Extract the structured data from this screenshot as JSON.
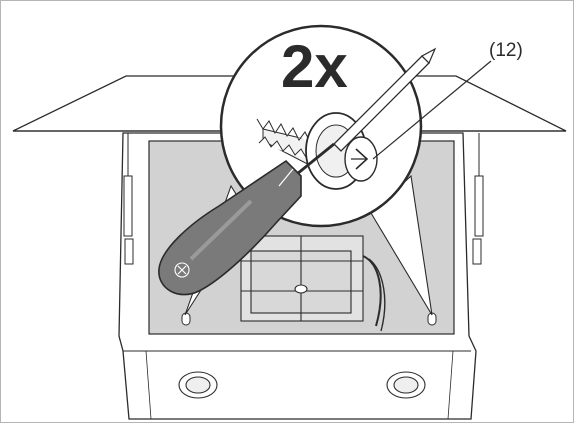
{
  "figure": {
    "quantity_label": "2x",
    "part_reference": "(12)"
  },
  "colors": {
    "stroke": "#2b2b2b",
    "cavity_fill": "#d2d2d2",
    "panel_fill": "#ffffff",
    "handle_fill": "#7a7a7a",
    "lens_fill": "#ffffff"
  },
  "icons": [
    "screwdriver-icon",
    "screw-icon",
    "washer-icon",
    "magnifier-callout"
  ]
}
